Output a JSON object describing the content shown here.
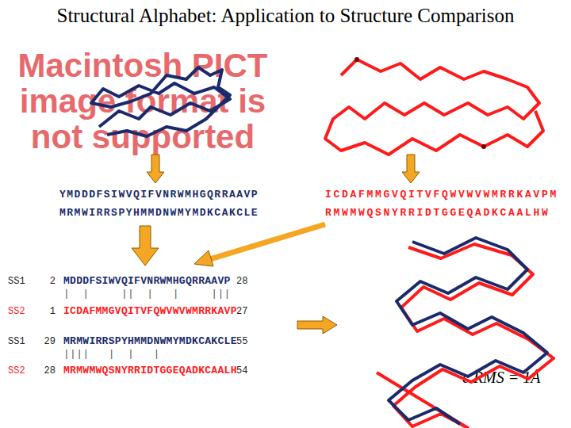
{
  "diagram": {
    "title": "Structural Alphabet: Application to Structure Comparison",
    "labels": [
      "Macintosh PICT image format is not supported",
      "YMDDDFSIWVQIFVNRWMHGQRRAAVP",
      "MRMWIRRSPYHMMDNWMYMDKCAKCLE",
      "ICDAFMMGVQITVFQWVWVWMRRKAVPM",
      "RMWMWQSNYRRIDTGGEQADKCAALHW",
      "SS1",
      "2",
      "MDDDFSIWVQIFVNRWMHGQRRAAVP",
      "28",
      "|  |     ||  |   |     |||",
      "SS2",
      "1",
      "ICDAFMMGVQITVFQWVWVWMRRKAVP",
      "27",
      "SS1",
      "29",
      "MRMWIRRSPYHMMDNWMYMDKCAKCLE",
      "55",
      "||||   |  |   |",
      "SS2",
      "28",
      "MRMWMWQSNYRRIDTGGEQADKCAALH",
      "54",
      "c.RMS = 1Å"
    ]
  }
}
